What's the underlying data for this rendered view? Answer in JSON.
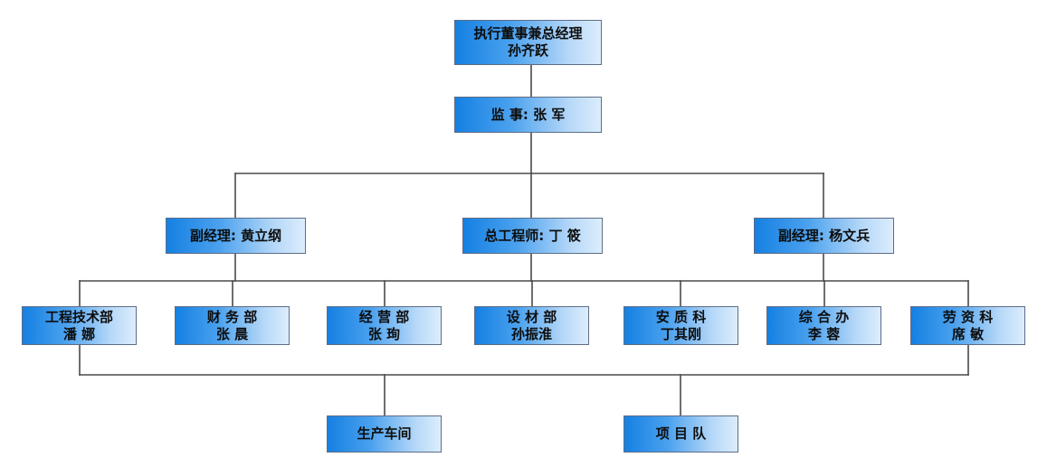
{
  "org_chart": {
    "ceo": {
      "title": "执行董事兼总经理",
      "person": "孙齐跃"
    },
    "supervisor": {
      "label": "监 事: 张 军"
    },
    "deputies": {
      "left": {
        "label": "副经理: 黄立纲"
      },
      "center": {
        "label": "总工程师: 丁 筱"
      },
      "right": {
        "label": "副经理: 杨文兵"
      }
    },
    "departments": [
      {
        "title": "工程技术部",
        "person": "潘 娜"
      },
      {
        "title": "财 务 部",
        "person": "张 晨"
      },
      {
        "title": "经 营 部",
        "person": "张 珣"
      },
      {
        "title": "设 材 部",
        "person": "孙振淮"
      },
      {
        "title": "安 质 科",
        "person": "丁其刚"
      },
      {
        "title": "综 合 办",
        "person": "李 蓉"
      },
      {
        "title": "劳 资 科",
        "person": "席 敏"
      }
    ],
    "units": {
      "workshop": "生产车间",
      "project_team": "项 目 队"
    }
  }
}
